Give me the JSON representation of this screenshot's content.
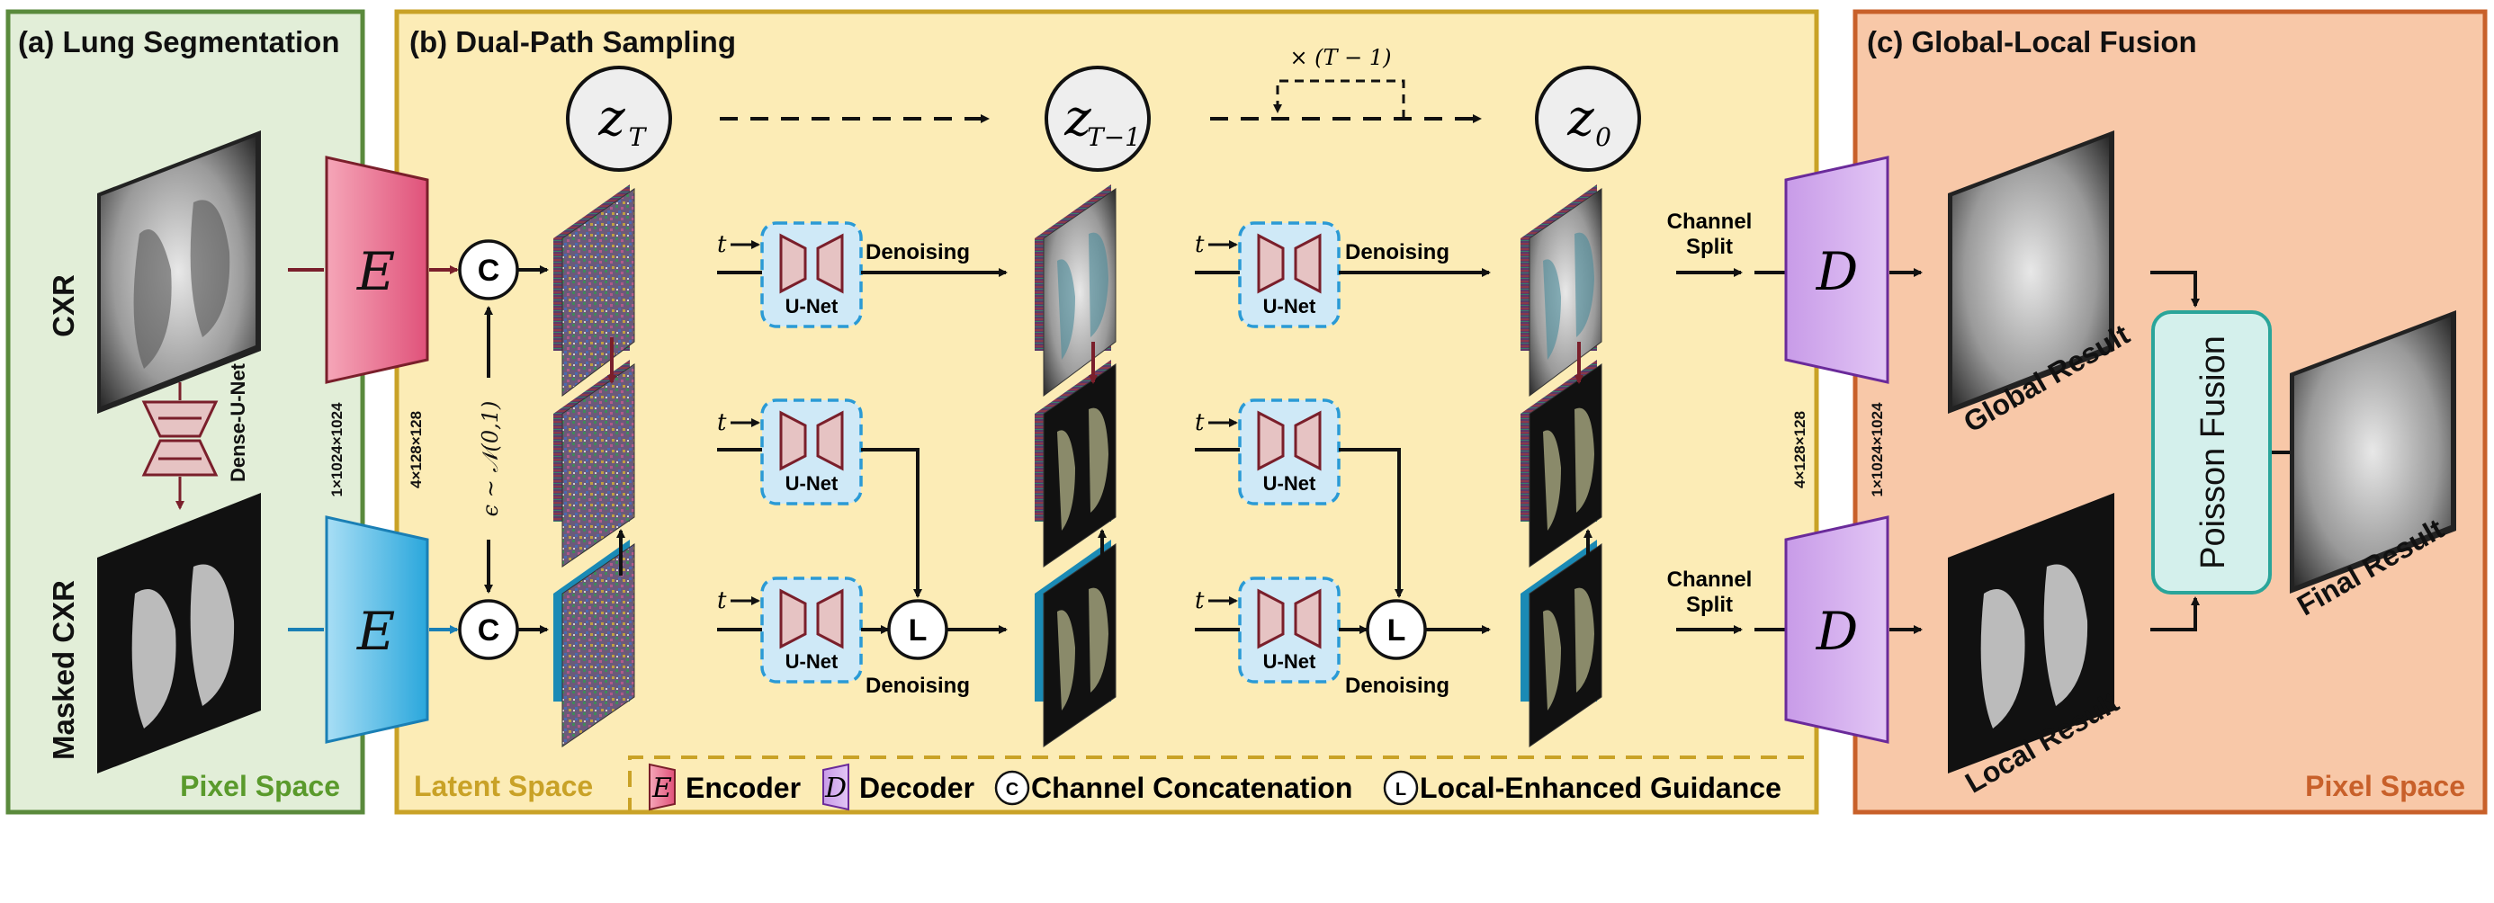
{
  "panels": {
    "a": {
      "title": "(a) Lung Segmentation",
      "space": "Pixel Space",
      "color": "#5a8a3c"
    },
    "b": {
      "title": "(b) Dual-Path Sampling",
      "space": "Latent Space",
      "color": "#c9a227"
    },
    "c": {
      "title": "(c) Global-Local Fusion",
      "space": "Pixel Space",
      "color": "#c8602a"
    }
  },
  "inputs": {
    "cxr": "CXR",
    "masked": "Masked CXR",
    "seg_net": "Dense-U-Net"
  },
  "latents": {
    "zT": "z",
    "zT_sub": "T",
    "zT1": "z",
    "zT1_sub": "T−1",
    "z0": "z",
    "z0_sub": "0",
    "repeat": "× (T − 1)"
  },
  "encoder": {
    "symbol": "E",
    "dim_in": "1×1024×1024",
    "dim_latent": "4×128×128"
  },
  "decoder": {
    "symbol": "D",
    "dim_latent": "4×128×128",
    "dim_out": "1×1024×1024"
  },
  "concat_symbol": "C",
  "local_symbol": "L",
  "noise": "ϵ ∼ 𝒩(0,1)",
  "unet": "U-Net",
  "t_label": "t",
  "denoising": "Denoising",
  "channel_split": [
    "Channel",
    "Split"
  ],
  "results": {
    "global": "Global Result",
    "local": "Local Result",
    "final": "Final Result",
    "fusion": "Poisson Fusion"
  },
  "legend": {
    "encoder_sym": "E",
    "encoder": "Encoder",
    "decoder_sym": "D",
    "decoder": "Decoder",
    "concat_sym": "C",
    "concat": "Channel Concatenation",
    "local_sym": "L",
    "local": "Local-Enhanced Guidance"
  }
}
